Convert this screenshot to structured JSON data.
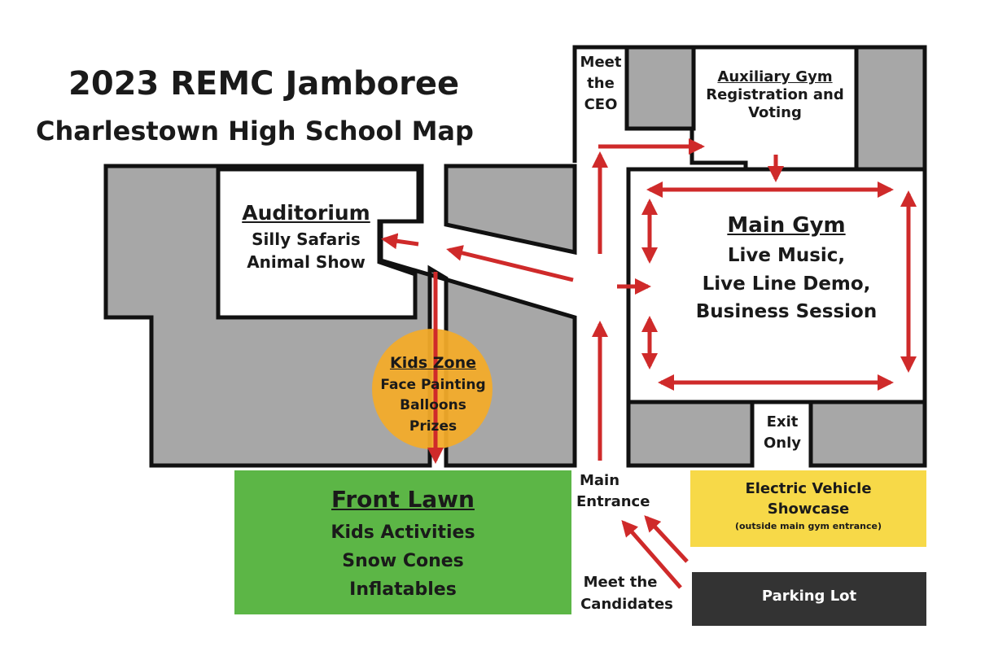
{
  "title": "2023 REMC Jamboree",
  "subtitle": "Charlestown High School Map",
  "colors": {
    "building": "#a7a7a7",
    "outline": "#111111",
    "arrow": "#cf2a2a",
    "kids_zone": "#f2ab2a",
    "front_lawn": "#5cb646",
    "ev_showcase": "#f7d948",
    "parking": "#333333"
  },
  "locations": {
    "meet_ceo": {
      "line1": "Meet",
      "line2": "the",
      "line3": "CEO"
    },
    "aux_gym": {
      "title": "Auxiliary Gym",
      "line1": "Registration and",
      "line2": "Voting"
    },
    "auditorium": {
      "title": "Auditorium",
      "line1": "Silly Safaris",
      "line2": "Animal Show"
    },
    "main_gym": {
      "title": "Main Gym",
      "line1": "Live Music,",
      "line2": "Live Line Demo,",
      "line3": "Business Session"
    },
    "kids_zone": {
      "title": "Kids Zone",
      "line1": "Face Painting",
      "line2": "Balloons",
      "line3": "Prizes"
    },
    "exit": {
      "line1": "Exit",
      "line2": "Only"
    },
    "main_entrance": {
      "line1": "Main",
      "line2": "Entrance"
    },
    "front_lawn": {
      "title": "Front Lawn",
      "line1": "Kids Activities",
      "line2": "Snow Cones",
      "line3": "Inflatables"
    },
    "ev_showcase": {
      "line1": "Electric Vehicle",
      "line2": "Showcase",
      "note": "(outside main gym entrance)"
    },
    "meet_candidates": {
      "line1": "Meet the",
      "line2": "Candidates"
    },
    "parking": {
      "label": "Parking Lot"
    }
  }
}
